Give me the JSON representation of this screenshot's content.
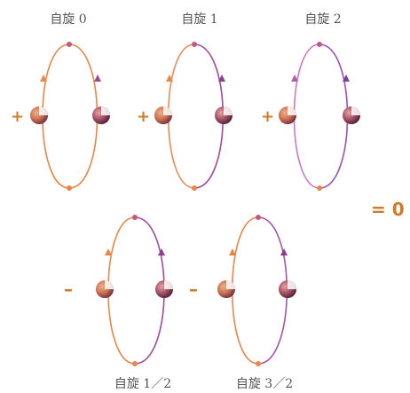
{
  "diagrams": [
    {
      "caption": "自旋 0",
      "sign": "+",
      "loop_color": "#e9864a"
    },
    {
      "caption": "自旋 1",
      "sign": "+",
      "loop_color": "#b05a95"
    },
    {
      "caption": "自旋 2",
      "sign": "+",
      "loop_color": "#9a52b8"
    },
    {
      "caption": "自旋 1／2",
      "sign": "–",
      "loop_color": "#e9864a"
    },
    {
      "caption": "自旋 3／2",
      "sign": "–",
      "loop_color": "#a056a8"
    }
  ],
  "result": "= 0",
  "colors": {
    "orange": "#e9864a",
    "purple": "#9a52b8",
    "sign": "#d07a2c",
    "ball_light": "#d58a62",
    "ball_dark": "#6e2e42"
  }
}
